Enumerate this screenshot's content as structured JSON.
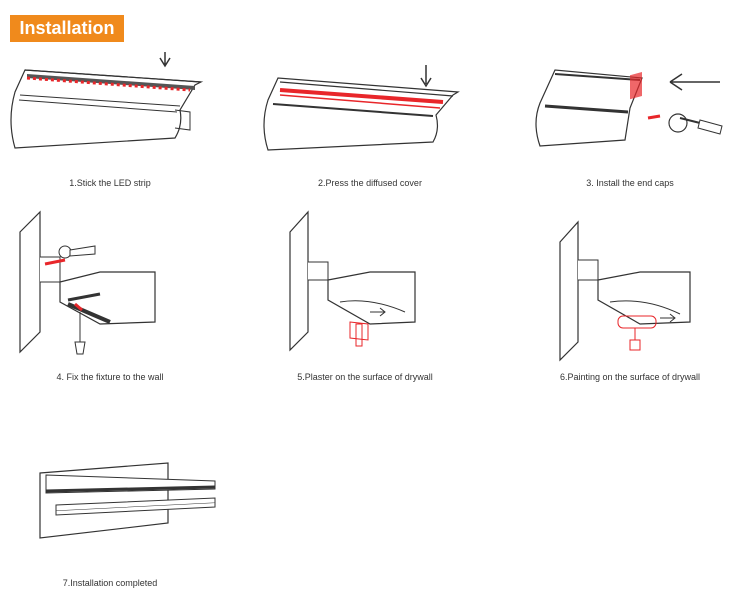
{
  "header": {
    "title": "Installation"
  },
  "steps": [
    {
      "caption": "1.Stick the LED strip"
    },
    {
      "caption": "2.Press the diffused cover"
    },
    {
      "caption": "3. Install the end caps"
    },
    {
      "caption": "4. Fix the fixture to the wall"
    },
    {
      "caption": "5.Plaster on the surface of drywall"
    },
    {
      "caption": "6.Painting on the surface of drywall"
    },
    {
      "caption": "7.Installation completed"
    }
  ],
  "colors": {
    "accent": "#f08a1c",
    "led": "#e8262a",
    "line": "#333333"
  }
}
